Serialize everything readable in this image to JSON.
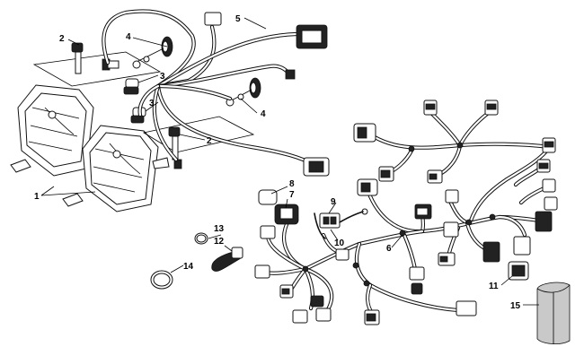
{
  "callouts": {
    "c1": "1",
    "c2a": "2",
    "c2b": "2",
    "c3a": "3",
    "c3b": "3",
    "c4a": "4",
    "c4b": "4",
    "c5": "5",
    "c6": "6",
    "c7": "7",
    "c8": "8",
    "c9": "9",
    "c10": "10",
    "c11": "11",
    "c12": "12",
    "c13": "13",
    "c14": "14",
    "c15": "15"
  }
}
